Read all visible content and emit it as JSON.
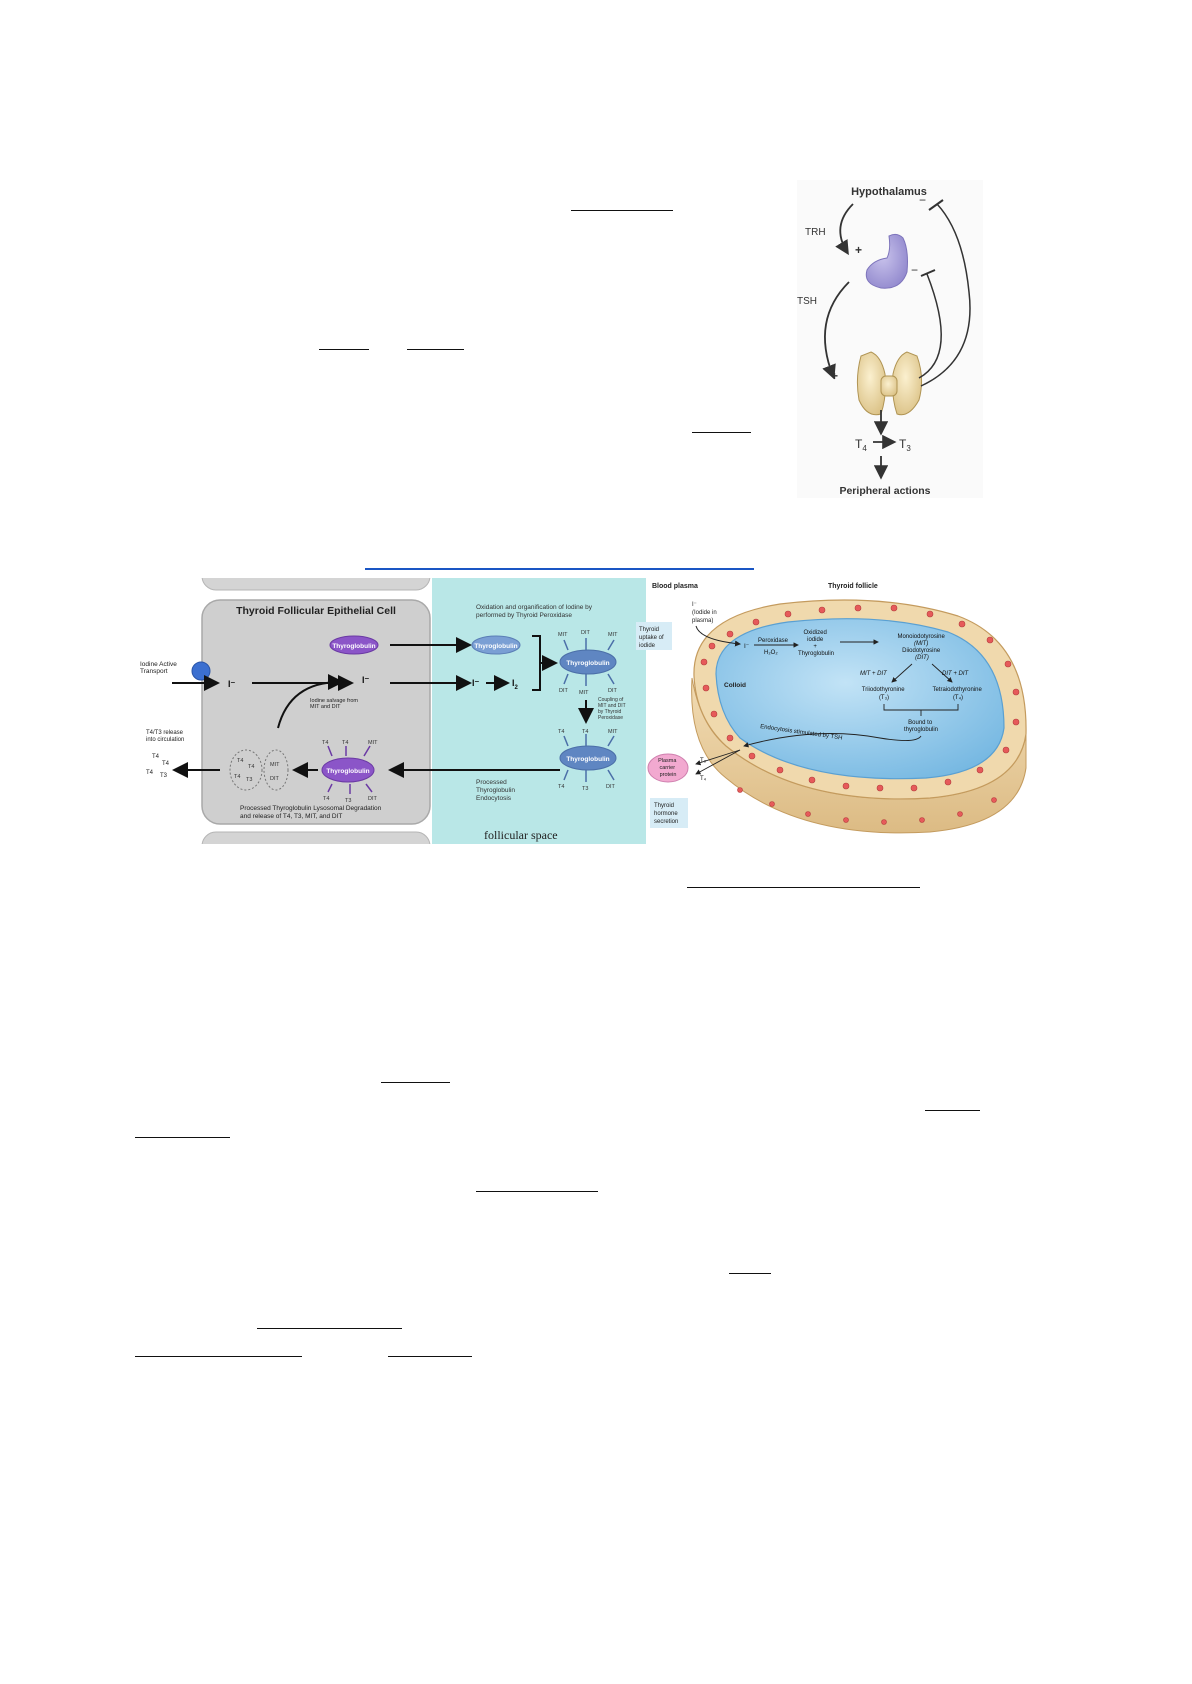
{
  "hpt_axis": {
    "hypothalamus": "Hypothalamus",
    "trh": "TRH",
    "tsh": "TSH",
    "plus": "+",
    "minus": "−",
    "t4": "T",
    "t4_sub": "4",
    "t3": "T",
    "t3_sub": "3",
    "peripheral": "Peripheral actions"
  },
  "cell_panel": {
    "title": "Thyroid Follicular Epithelial Cell",
    "iodine_transport": [
      "Iodine Active",
      "Transport"
    ],
    "iodide": "I⁻",
    "iodine_salvage": [
      "Iodine salvage from",
      "MIT and DIT"
    ],
    "release_label": [
      "T4/T3 release",
      "into circulation"
    ],
    "released": [
      "T4",
      "T4",
      "T4",
      "T3"
    ],
    "vesicle1": [
      "T4",
      "T4",
      "T4",
      "T3"
    ],
    "vesicle2": [
      "MIT",
      "DIT"
    ],
    "thyroglobulin": "Thyroglobulin",
    "processed_marks": [
      "T4",
      "T4",
      "MIT",
      "T4",
      "T3",
      "DIT"
    ],
    "caption": [
      "Processed Thyroglobulin Lysosomal Degradation",
      "and release of T4, T3, MIT, and DIT"
    ]
  },
  "follicular_panel": {
    "oxidation": [
      "Oxidation and organification of Iodine by",
      "performed by Thyroid Peroxidase"
    ],
    "thyroglobulin": "Thyroglobulin",
    "iodide": "I⁻",
    "iodine": "I",
    "iodine_sub": "2",
    "marks_top": [
      "MIT",
      "DIT",
      "MIT",
      "DIT",
      "MIT",
      "DIT"
    ],
    "coupling": [
      "Coupling of",
      "MIT and DIT",
      "by Thyroid",
      "Peroxidase"
    ],
    "marks_bottom": [
      "T4",
      "T4",
      "MIT",
      "T4",
      "T3",
      "DIT"
    ],
    "endocytosis": [
      "Processed",
      "Thyroglobulin",
      "Endocytosis"
    ],
    "space_label": "follicular space"
  },
  "follicle_panel": {
    "blood_plasma": "Blood plasma",
    "thyroid_follicle": "Thyroid follicle",
    "iodide_plasma": [
      "I⁻",
      "(Iodide in",
      "plasma)"
    ],
    "uptake": [
      "Thyroid",
      "uptake of",
      "iodide"
    ],
    "iodide": "I⁻",
    "peroxidase": "Peroxidase",
    "h2o2": "H₂O₂",
    "oxidized": [
      "Oxidized",
      "iodide",
      "+",
      "Thyroglobulin"
    ],
    "mono": [
      "Monoiodotyrosine",
      "(MIT)",
      "Diiodotyrosine",
      "(DIT)"
    ],
    "mit_dit": "MIT + DIT",
    "dit_dit": "DIT + DIT",
    "colloid": "Colloid",
    "triiodo": [
      "Triiodothyronine",
      "(T₃)"
    ],
    "tetraiodo": [
      "Tetraiodothyronine",
      "(T₄)"
    ],
    "bound": [
      "Bound to",
      "thyroglobulin"
    ],
    "endocytosis_label": "Endocytosis stimulated by TSH",
    "carrier": [
      "Plasma",
      "carrier",
      "protein"
    ],
    "t3": "T₃",
    "t4": "T₄",
    "secretion": [
      "Thyroid",
      "hormone",
      "secretion"
    ]
  },
  "colors": {
    "accent_link": "#1a56c4",
    "cell_gray": "#cfcfcf",
    "follicular_teal": "#b9e7e7",
    "colloid_blue": "#8fc7ea",
    "thyroglobulin_purple": "#8b55c8"
  }
}
